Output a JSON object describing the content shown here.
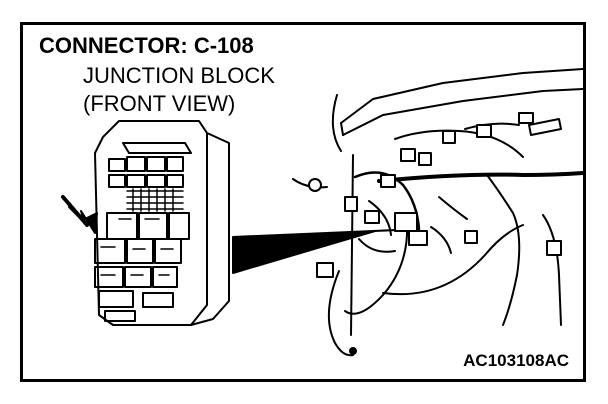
{
  "diagram": {
    "connector_label": "CONNECTOR: C-108",
    "component_line1": "JUNCTION BLOCK",
    "component_line2": "(FRONT VIEW)",
    "figure_code": "AC103108AC"
  }
}
